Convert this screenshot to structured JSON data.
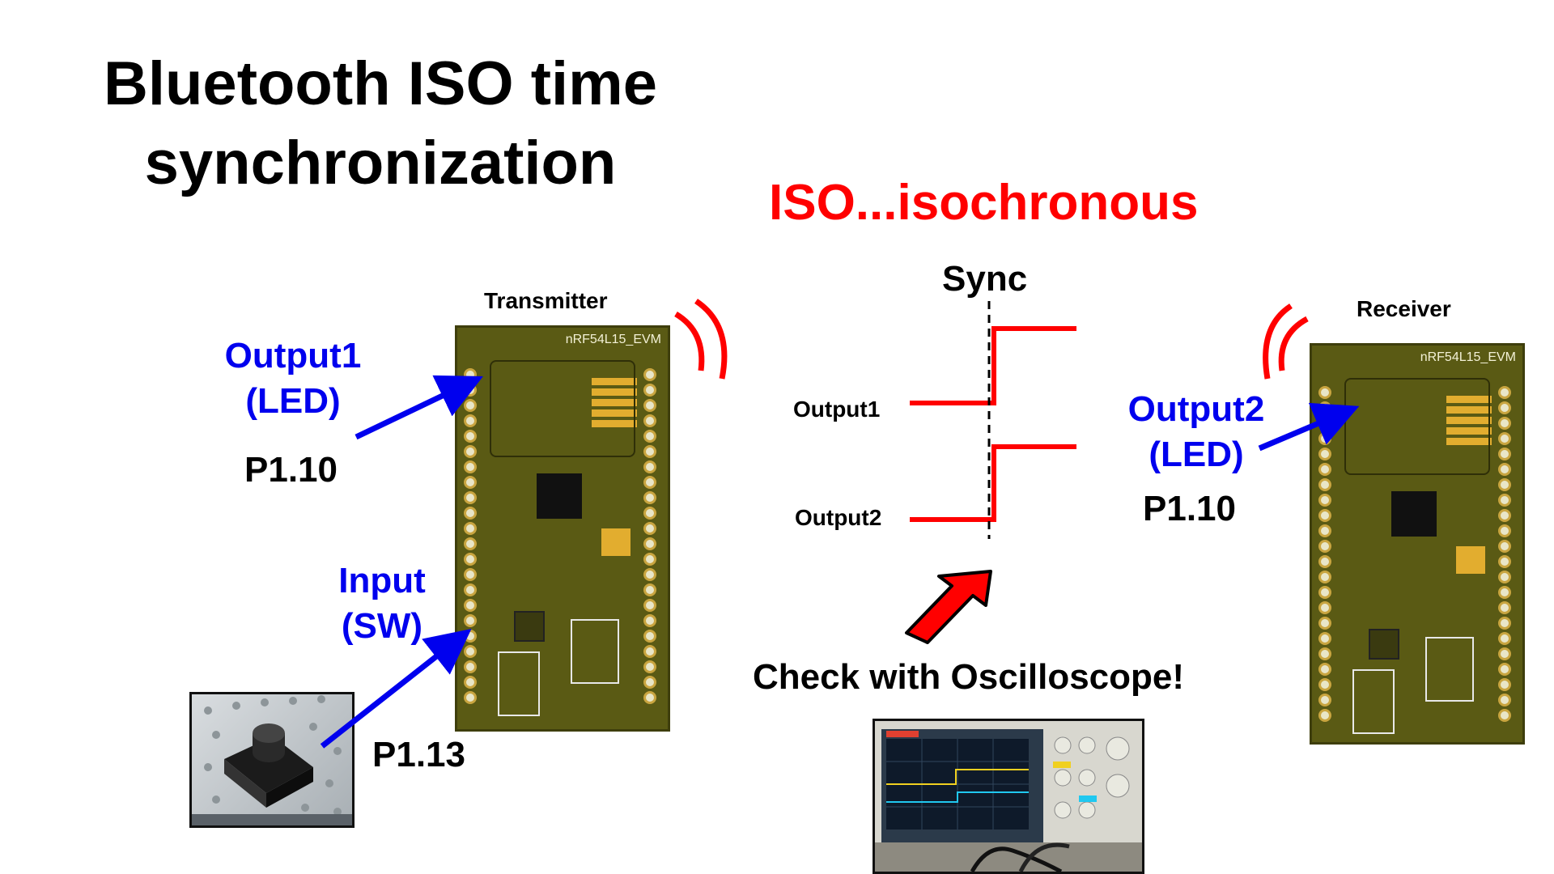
{
  "title": "Bluetooth ISO time synchronization",
  "iso_label": "ISO...isochronous",
  "transmitter": {
    "heading": "Transmitter",
    "board_name": "nRF54L15_EVM",
    "output1_label": "Output1\n(LED)",
    "output1_pin": "P1.10",
    "input_label": "Input\n(SW)",
    "input_pin": "P1.13"
  },
  "receiver": {
    "heading": "Receiver",
    "board_name": "nRF54L15_EVM",
    "output2_label": "Output2\n(LED)",
    "output2_pin": "P1.10"
  },
  "timing": {
    "sync_label": "Sync",
    "output1_label": "Output1",
    "output2_label": "Output2"
  },
  "oscilloscope_note": "Check with Oscilloscope!",
  "colors": {
    "signal": "#ff0000",
    "pin_label": "#0000ee",
    "arrow": "#0000ee",
    "radio_waves": "#ff0000",
    "board": "#5a5a14"
  }
}
